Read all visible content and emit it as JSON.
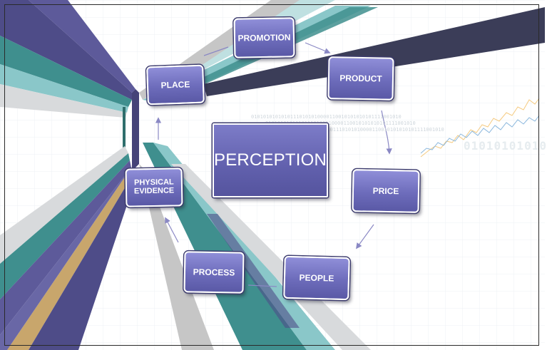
{
  "diagram": {
    "center_label": "PERCEPTION",
    "nodes": {
      "promotion": "PROMOTION",
      "product": "PRODUCT",
      "price": "PRICE",
      "people": "PEOPLE",
      "process": "PROCESS",
      "physical_evidence_line1": "PHYSICAL",
      "physical_evidence_line2": "EVIDENCE",
      "place": "PLACE"
    },
    "cycle_order": [
      "PROMOTION",
      "PRODUCT",
      "PRICE",
      "PEOPLE",
      "PROCESS",
      "PHYSICAL EVIDENCE",
      "PLACE"
    ],
    "background_text": "01010101010101110101010000110010101010101111001010",
    "background_digits": "01010101010"
  },
  "colors": {
    "box_fill": "#6d6cbb",
    "box_border": "#ffffff",
    "navy_stripe": "#3b3d58",
    "teal_stripe": "#3f8f8e",
    "light_teal_stripe": "#8ac7c9",
    "purple_stripe": "#5d5a9a",
    "tan_stripe": "#c8a66c",
    "gray_stripe": "#c6c6c6",
    "arrow": "#8a88c4"
  }
}
